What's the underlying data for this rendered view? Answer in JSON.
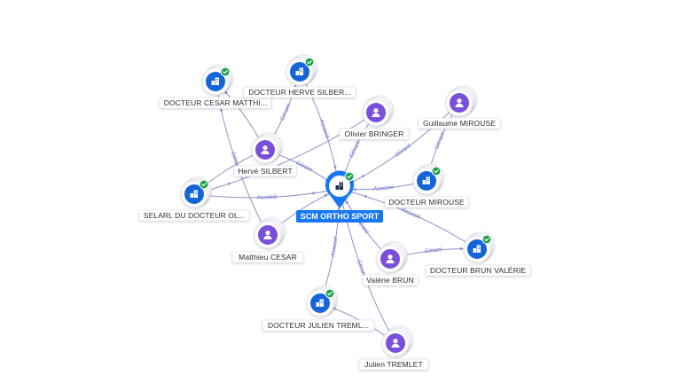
{
  "colors": {
    "company": "#1565d8",
    "person": "#7a4fd9",
    "badge": "#1e9e4a",
    "edge": "#8d93c9",
    "edge_label": "#6a72c8",
    "center_label_bg": "#1877f2"
  },
  "center": {
    "label": "SCM ORTHO SPORT",
    "icon": "building-icon"
  },
  "nodes": [
    {
      "id": "cesar-matthi",
      "type": "company",
      "label": "DOCTEUR CESAR MATTHI..."
    },
    {
      "id": "herve-silber-co",
      "type": "company",
      "label": "DOCTEUR HERVE SILBER..."
    },
    {
      "id": "olivier-bringer",
      "type": "person",
      "label": "Olivier BRINGER"
    },
    {
      "id": "guillaume-mirouse",
      "type": "person",
      "label": "Guillaume MIROUSE"
    },
    {
      "id": "herve-silbert",
      "type": "person",
      "label": "Hervé SILBERT"
    },
    {
      "id": "selarl-ol",
      "type": "company",
      "label": "SELARL DU DOCTEUR OL..."
    },
    {
      "id": "docteur-mirouse",
      "type": "company",
      "label": "DOCTEUR MIROUSE"
    },
    {
      "id": "matthieu-cesar",
      "type": "person",
      "label": "Matthieu CESAR"
    },
    {
      "id": "brun-valerie-co",
      "type": "company",
      "label": "DOCTEUR BRUN VALÉRIE"
    },
    {
      "id": "valerie-brun",
      "type": "person",
      "label": "Valérie BRUN"
    },
    {
      "id": "julien-treml-co",
      "type": "company",
      "label": "DOCTEUR JULIEN TREML..."
    },
    {
      "id": "julien-tremlet",
      "type": "person",
      "label": "Julien TREMLET"
    }
  ],
  "edges": [
    {
      "from": "herve-silber-co",
      "to": "center",
      "label": "Associé"
    },
    {
      "from": "olivier-bringer",
      "to": "center",
      "label": "Gérant"
    },
    {
      "from": "herve-silbert",
      "to": "center",
      "label": "Gérant"
    },
    {
      "from": "selarl-ol",
      "to": "center",
      "label": "Associé"
    },
    {
      "from": "docteur-mirouse",
      "to": "center",
      "label": "Associé"
    },
    {
      "from": "brun-valerie-co",
      "to": "center",
      "label": "Associé"
    },
    {
      "from": "valerie-brun",
      "to": "center",
      "label": "Gérant"
    },
    {
      "from": "julien-treml-co",
      "to": "center",
      "label": "Associé"
    },
    {
      "from": "julien-tremlet",
      "to": "center",
      "label": "Gérant"
    },
    {
      "from": "herve-silbert",
      "to": "herve-silber-co",
      "label": "Gérant"
    },
    {
      "from": "matthieu-cesar",
      "to": "cesar-matthi",
      "label": "Gérant"
    },
    {
      "from": "guillaume-mirouse",
      "to": "docteur-mirouse",
      "label": "Gérant"
    },
    {
      "from": "valerie-brun",
      "to": "brun-valerie-co",
      "label": "Gérant"
    },
    {
      "from": "julien-tremlet",
      "to": "julien-treml-co",
      "label": ""
    },
    {
      "from": "olivier-bringer",
      "to": "selarl-ol",
      "label": ""
    },
    {
      "from": "herve-silbert",
      "to": "selarl-ol",
      "label": ""
    },
    {
      "from": "matthieu-cesar",
      "to": "center",
      "label": ""
    },
    {
      "from": "herve-silbert",
      "to": "cesar-matthi",
      "label": ""
    },
    {
      "from": "guillaume-mirouse",
      "to": "center",
      "label": "Gérant"
    }
  ]
}
